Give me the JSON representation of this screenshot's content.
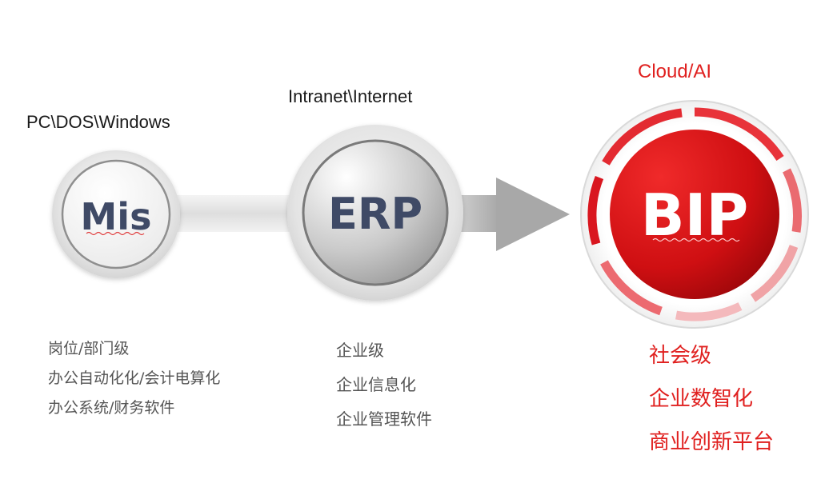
{
  "stages": [
    {
      "node": "Mis",
      "era": "PC\\DOS\\Windows",
      "items": [
        "岗位/部门级",
        "办公自动化化/会计电算化",
        "办公系统/财务软件"
      ]
    },
    {
      "node": "ERP",
      "era": "Intranet\\Internet",
      "items": [
        "企业级",
        "企业信息化",
        "企业管理软件"
      ]
    },
    {
      "node": "BIP",
      "era": "Cloud/AI",
      "items": [
        "社会级",
        "企业数智化",
        "商业创新平台"
      ]
    }
  ],
  "colors": {
    "accent": "#e0201f",
    "node_text_dark": "#3f4a66",
    "gray_text": "#555555"
  }
}
